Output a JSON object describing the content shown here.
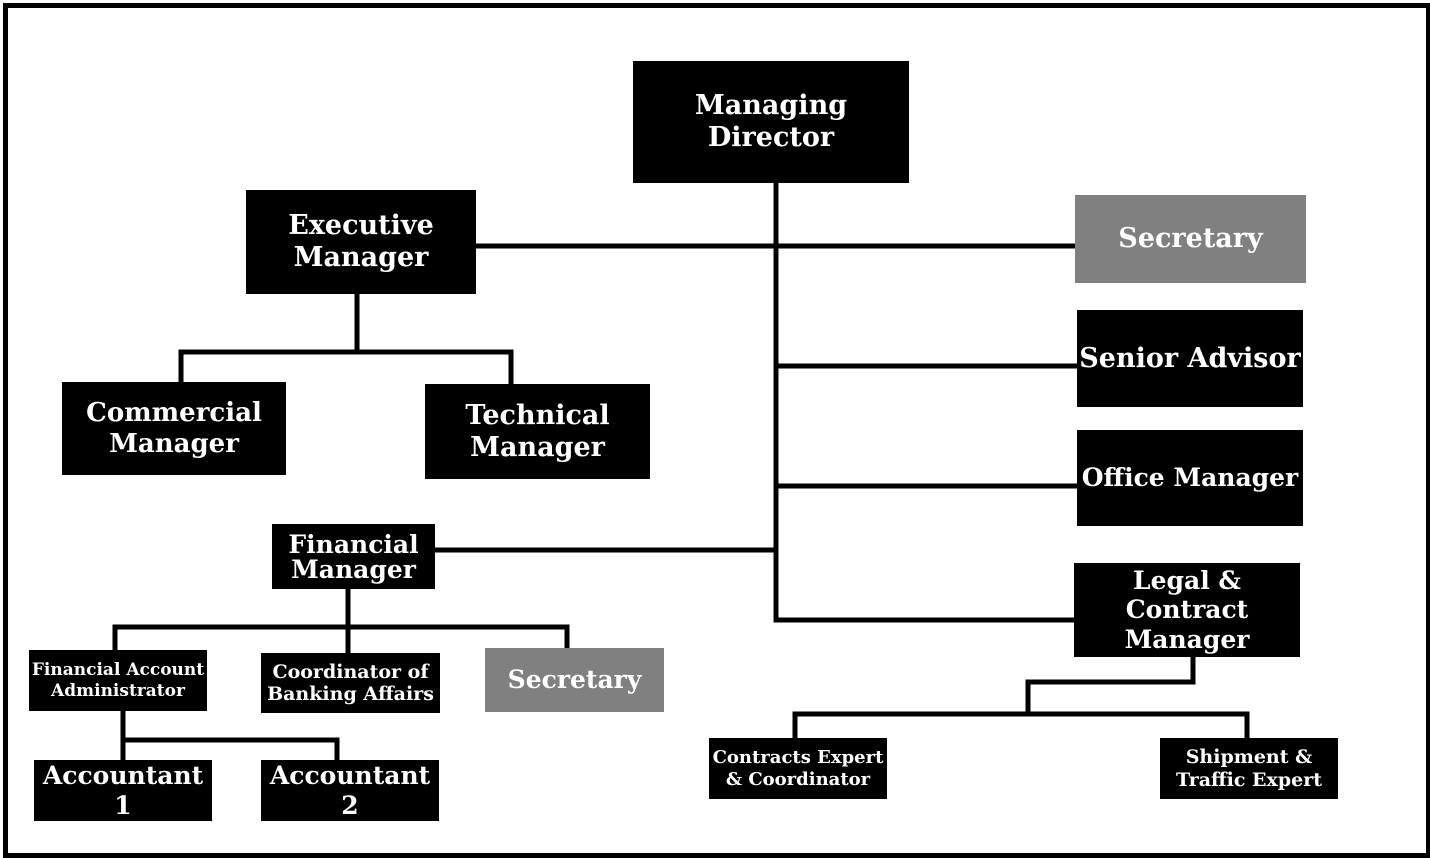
{
  "chart": {
    "colors": {
      "box": "#000000",
      "box_text": "#ffffff",
      "secretary_box": "#808080",
      "connector": "#000000",
      "background": "#ffffff"
    },
    "nodes": {
      "managing_director": "Managing Director",
      "executive_manager": "Executive\nManager",
      "secretary_top": "Secretary",
      "senior_advisor": "Senior Advisor",
      "office_manager": "Office Manager",
      "commercial_manager": "Commercial\nManager",
      "technical_manager": "Technical\nManager",
      "financial_manager": "Financial\nManager",
      "legal_contract_manager": "Legal & Contract\nManager",
      "financial_account_administrator": "Financial Account\nAdministrator",
      "coordinator_banking_affairs": "Coordinator of\nBanking Affairs",
      "secretary_finance": "Secretary",
      "accountant_1": "Accountant 1",
      "accountant_2": "Accountant 2",
      "contracts_expert_coordinator": "Contracts Expert\n& Coordinator",
      "shipment_traffic_expert": "Shipment &\nTraffic Expert"
    }
  }
}
